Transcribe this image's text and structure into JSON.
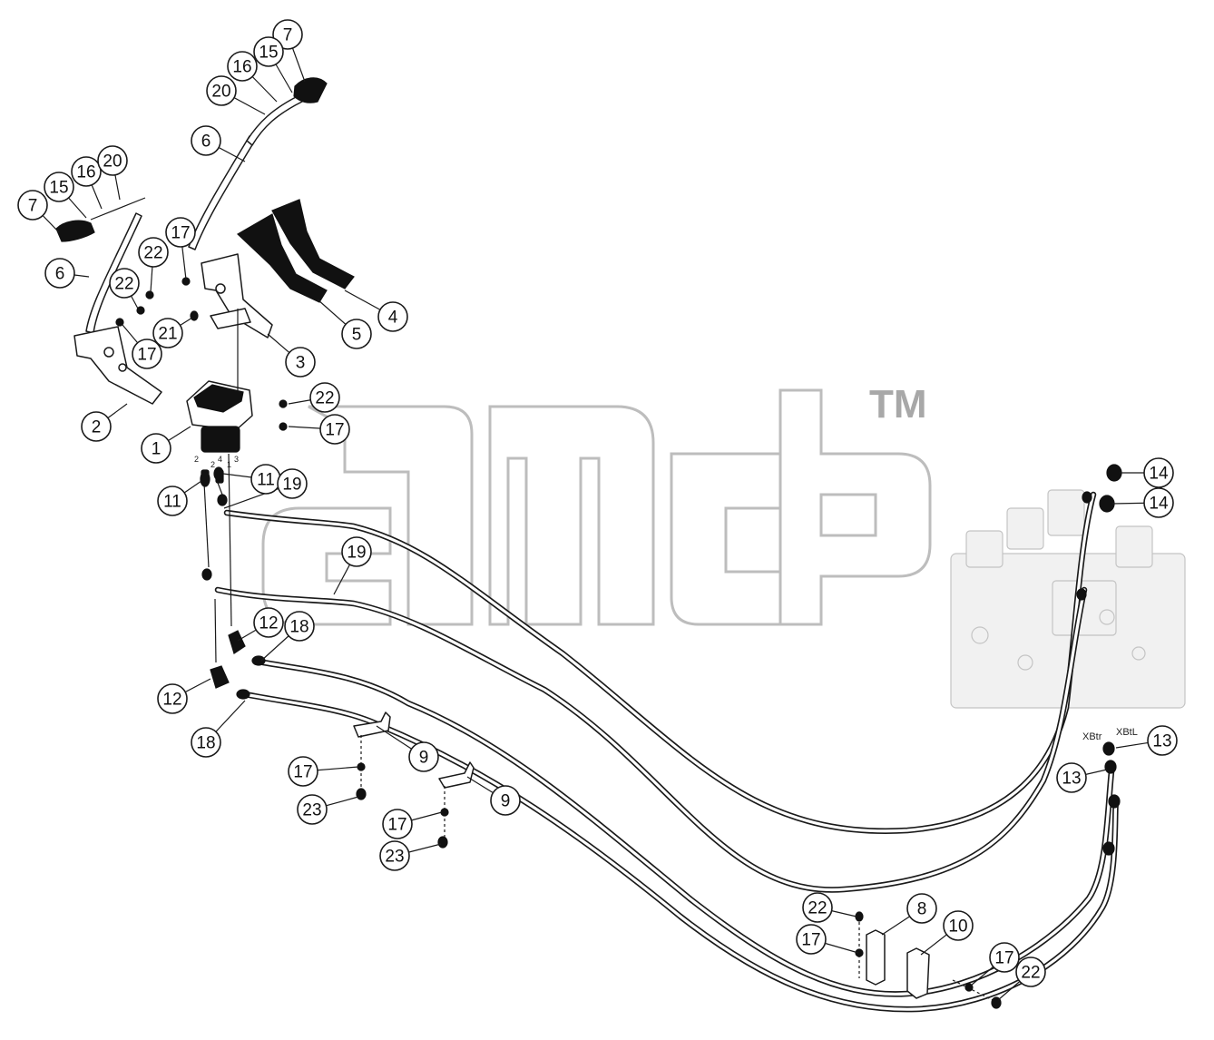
{
  "watermark": {
    "trademark": "TM"
  },
  "callouts": [
    {
      "label": "7"
    },
    {
      "label": "15"
    },
    {
      "label": "16"
    },
    {
      "label": "20"
    },
    {
      "label": "6"
    },
    {
      "label": "7"
    },
    {
      "label": "15"
    },
    {
      "label": "16"
    },
    {
      "label": "20"
    },
    {
      "label": "6"
    },
    {
      "label": "17"
    },
    {
      "label": "22"
    },
    {
      "label": "22"
    },
    {
      "label": "17"
    },
    {
      "label": "21"
    },
    {
      "label": "4"
    },
    {
      "label": "5"
    },
    {
      "label": "3"
    },
    {
      "label": "2"
    },
    {
      "label": "22"
    },
    {
      "label": "17"
    },
    {
      "label": "1"
    },
    {
      "label": "11"
    },
    {
      "label": "11"
    },
    {
      "label": "19"
    },
    {
      "label": "19"
    },
    {
      "label": "12"
    },
    {
      "label": "18"
    },
    {
      "label": "12"
    },
    {
      "label": "18"
    },
    {
      "label": "9"
    },
    {
      "label": "9"
    },
    {
      "label": "17"
    },
    {
      "label": "23"
    },
    {
      "label": "17"
    },
    {
      "label": "23"
    },
    {
      "label": "14"
    },
    {
      "label": "14"
    },
    {
      "label": "13"
    },
    {
      "label": "13"
    },
    {
      "label": "22"
    },
    {
      "label": "17"
    },
    {
      "label": "8"
    },
    {
      "label": "10"
    },
    {
      "label": "17"
    },
    {
      "label": "22"
    }
  ],
  "port_labels": {
    "valve_left": "XBtr",
    "valve_right": "XBtL",
    "pilot_ports": [
      "2",
      "2",
      "4",
      "1",
      "3"
    ]
  }
}
